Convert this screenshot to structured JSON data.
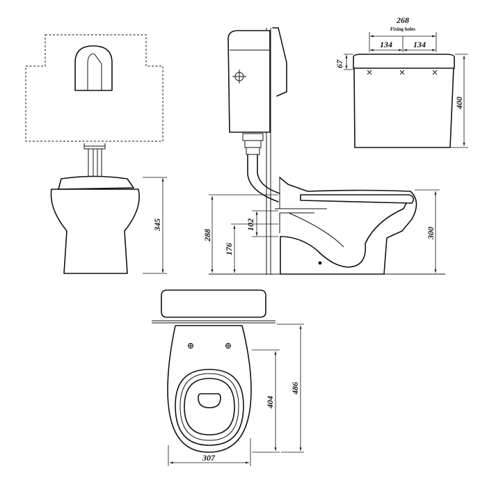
{
  "dimensions": {
    "fixing_holes_total": "268",
    "fixing_holes_label": "Fixing holes",
    "fixing_hole_left": "134",
    "fixing_hole_right": "134",
    "cistern_lid_height": "67",
    "cistern_height": "400",
    "front_pan_height": "345",
    "side_inlet_height": "288",
    "side_outlet_offset": "102",
    "side_outlet_height": "176",
    "side_pan_height": "300",
    "plan_seat_length": "404",
    "plan_total_length": "486",
    "plan_width": "307"
  }
}
